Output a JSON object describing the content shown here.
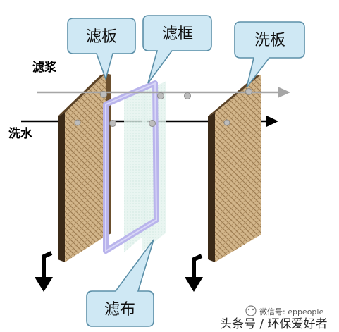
{
  "labels": {
    "filter_plate": "滤板",
    "filter_frame": "滤框",
    "wash_plate": "洗板",
    "filter_cloth": "滤布",
    "slurry": "滤浆",
    "wash_water": "洗水"
  },
  "watermark": {
    "platform": "头条号 / 环保爱好者",
    "account": "微信号: eppeople"
  },
  "colors": {
    "callout_fill": "#cfe8f4",
    "callout_stroke": "#5b8fa8",
    "plate_face": "#c9a87a",
    "plate_edge": "#3b2a18",
    "frame_stroke": "#b9b4ec",
    "cloth_fill": "#dcefe9",
    "slurry_arrow": "#a6a6a6",
    "water_arrow": "#000000"
  }
}
